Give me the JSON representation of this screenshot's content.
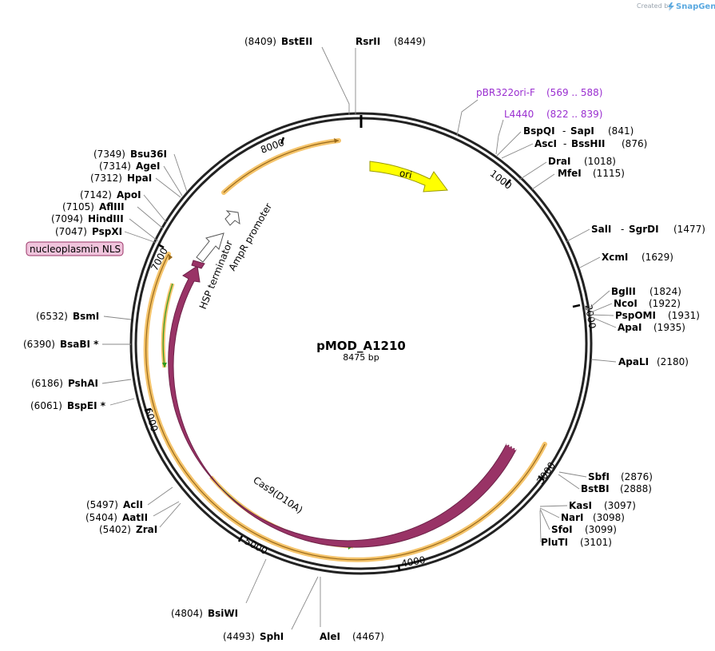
{
  "brand": {
    "prefix": "Created by",
    "name": "SnapGene"
  },
  "map": {
    "name": "pMOD_A1210",
    "length": 8475,
    "length_label": "8475 bp"
  },
  "ticks": [
    "1000",
    "2000",
    "3000",
    "4000",
    "5000",
    "6000",
    "7000",
    "8000"
  ],
  "features": [
    {
      "label": "ori",
      "color": "#ffff00",
      "stroke": "#9a9a00"
    },
    {
      "label": "Cas9(D10A)",
      "color": "#993366",
      "stroke": "#6e2249"
    },
    {
      "label": "HSP terminator",
      "color": "#ffffff",
      "stroke": "#555555"
    },
    {
      "label": "AmpR promoter",
      "color": "#ffffff",
      "stroke": "#555555"
    },
    {
      "label": "nucleoplasmin NLS",
      "color": "#f0c4dc",
      "stroke": "#993366"
    }
  ],
  "colors": {
    "backbone": "#222222",
    "orf_highlight": "#f5c46b",
    "orf_line": "#9a6a1a",
    "orf_inner_line": "#2f9a1f",
    "primer": "#9a2fd0"
  },
  "primers": [
    {
      "name": "pBR322ori-F",
      "range": "(569 .. 588)"
    },
    {
      "name": "L4440",
      "range": "(822 .. 839)"
    }
  ],
  "sites": [
    {
      "name": "BstEII",
      "pos": "(8409)"
    },
    {
      "name": "RsrII",
      "pos": "(8449)"
    },
    {
      "name": "BspQI",
      "sep": "-",
      "name2": "SapI",
      "pos": "(841)"
    },
    {
      "name": "AscI",
      "sep": "-",
      "name2": "BssHII",
      "pos": "(876)"
    },
    {
      "name": "DraI",
      "pos": "(1018)"
    },
    {
      "name": "MfeI",
      "pos": "(1115)"
    },
    {
      "name": "SalI",
      "sep": "-",
      "name2": "SgrDI",
      "pos": "(1477)"
    },
    {
      "name": "XcmI",
      "pos": "(1629)"
    },
    {
      "name": "BglII",
      "pos": "(1824)"
    },
    {
      "name": "NcoI",
      "pos": "(1922)"
    },
    {
      "name": "PspOMI",
      "pos": "(1931)"
    },
    {
      "name": "ApaI",
      "pos": "(1935)"
    },
    {
      "name": "ApaLI",
      "pos": "(2180)"
    },
    {
      "name": "SbfI",
      "pos": "(2876)"
    },
    {
      "name": "BstBI",
      "pos": "(2888)"
    },
    {
      "name": "KasI",
      "pos": "(3097)"
    },
    {
      "name": "NarI",
      "pos": "(3098)"
    },
    {
      "name": "SfoI",
      "pos": "(3099)"
    },
    {
      "name": "PluTI",
      "pos": "(3101)"
    },
    {
      "name": "AleI",
      "pos": "(4467)"
    },
    {
      "name": "SphI",
      "pos": "(4493)"
    },
    {
      "name": "BsiWI",
      "pos": "(4804)"
    },
    {
      "name": "ZraI",
      "pos": "(5402)"
    },
    {
      "name": "AatII",
      "pos": "(5404)"
    },
    {
      "name": "AclI",
      "pos": "(5497)"
    },
    {
      "name": "BspEI *",
      "pos": "(6061)"
    },
    {
      "name": "PshAI",
      "pos": "(6186)"
    },
    {
      "name": "BsaBI *",
      "pos": "(6390)"
    },
    {
      "name": "BsmI",
      "pos": "(6532)"
    },
    {
      "name": "PspXI",
      "pos": "(7047)"
    },
    {
      "name": "HindIII",
      "pos": "(7094)"
    },
    {
      "name": "AflIII",
      "pos": "(7105)"
    },
    {
      "name": "ApoI",
      "pos": "(7142)"
    },
    {
      "name": "HpaI",
      "pos": "(7312)"
    },
    {
      "name": "AgeI",
      "pos": "(7314)"
    },
    {
      "name": "Bsu36I",
      "pos": "(7349)"
    }
  ]
}
